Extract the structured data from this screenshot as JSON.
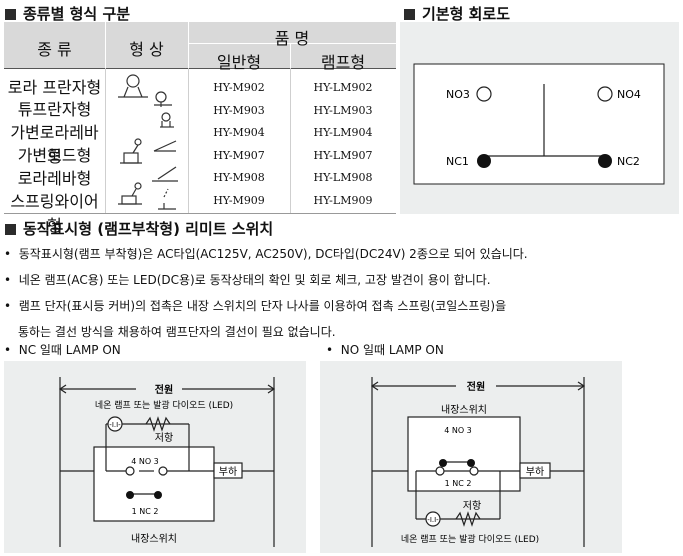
{
  "sections": {
    "types_title": "종류별 형식 구분",
    "circuit_title": "기본형 회로도",
    "limit_title": "동작표시형 (램프부착형) 리미트 스위치"
  },
  "table": {
    "header_type": "종  류",
    "header_shape": "형  상",
    "header_product": "품          명",
    "header_general": "일반형",
    "header_lamp": "램프형",
    "rows": [
      {
        "type": "로라 프란자형",
        "general": "HY-M902",
        "lamp": "HY-LM902"
      },
      {
        "type": "튜프란자형",
        "general": "HY-M903",
        "lamp": "HY-LM903"
      },
      {
        "type": "가변로라레바형",
        "general": "HY-M904",
        "lamp": "HY-LM904"
      },
      {
        "type": "가변로드형",
        "general": "HY-M907",
        "lamp": "HY-LM907"
      },
      {
        "type": "로라레바형",
        "general": "HY-M908",
        "lamp": "HY-LM908"
      },
      {
        "type": "스프링와이어형",
        "general": "HY-M909",
        "lamp": "HY-LM909"
      }
    ]
  },
  "circuit": {
    "no3": "NO3",
    "no4": "NO4",
    "nc1": "NC1",
    "nc2": "NC2"
  },
  "bullets": [
    "동작표시형(램프 부착형)은 AC타입(AC125V, AC250V), DC타입(DC24V) 2종으로 되어 있습니다.",
    "네온 램프(AC용) 또는 LED(DC용)로 동작상태의 확인 및 회로 체크, 고장 발견이 용이 합니다.",
    "램프 단자(표시등 커버)의 접촉은 내장 스위치의 단자 나사를 이용하여 접촉 스프링(코일스프링)을",
    "통하는 결선 방식을 채용하여 램프단자의 결선이 필요 없습니다."
  ],
  "nc_mode": {
    "title": "NC 일때 LAMP ON",
    "power": "전원",
    "lamp": "네온 램프 또는 발광 다이오드 (LED)",
    "resistor": "저항",
    "no_label": "4   NO   3",
    "nc_label": "1   NC   2",
    "load": "부하",
    "switch": "내장스위치"
  },
  "no_mode": {
    "title": "NO 일때 LAMP ON",
    "power": "전원",
    "switch": "내장스위치",
    "no_label": "4   NO   3",
    "nc_label": "1   NC   2",
    "load": "부하",
    "resistor": "저항",
    "lamp": "네온 램프 또는 발광 다이오드 (LED)"
  }
}
